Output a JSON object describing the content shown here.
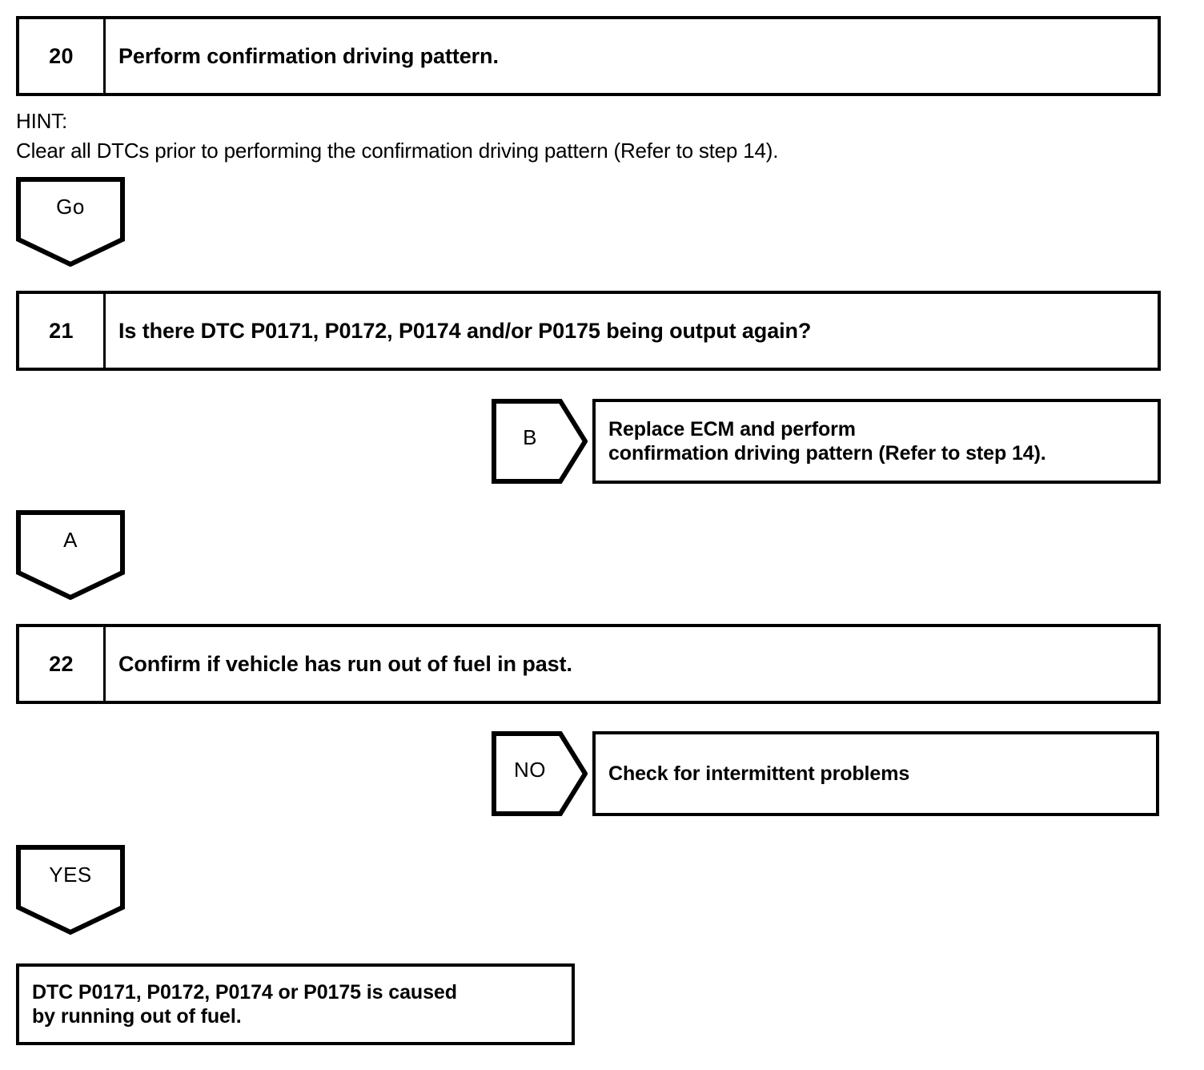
{
  "document": {
    "kind": "diagnostic-flowchart",
    "colors": {
      "ink": "#000000",
      "paper": "#ffffff"
    }
  },
  "steps": [
    {
      "number": "20",
      "text": "Perform confirmation driving pattern."
    },
    {
      "number": "21",
      "text": "Is there DTC P0171, P0172, P0174 and/or P0175 being output again?"
    },
    {
      "number": "22",
      "text": "Confirm if vehicle has run out of fuel in past."
    }
  ],
  "hint": {
    "title": "HINT:",
    "body": "Clear all DTCs prior to performing the confirmation driving pattern (Refer to step 14)."
  },
  "connectors": {
    "go": "Go",
    "a": "A",
    "b": "B",
    "no": "NO",
    "yes": "YES"
  },
  "results": {
    "replace_ecm": "Replace  ECM  and  perform\nconfirmation driving pattern (Refer to step 14).",
    "intermittent": "Check for intermittent problems",
    "out_of_fuel": "DTC P0171, P0172, P0174 or P0175 is caused\nby running out of fuel."
  }
}
